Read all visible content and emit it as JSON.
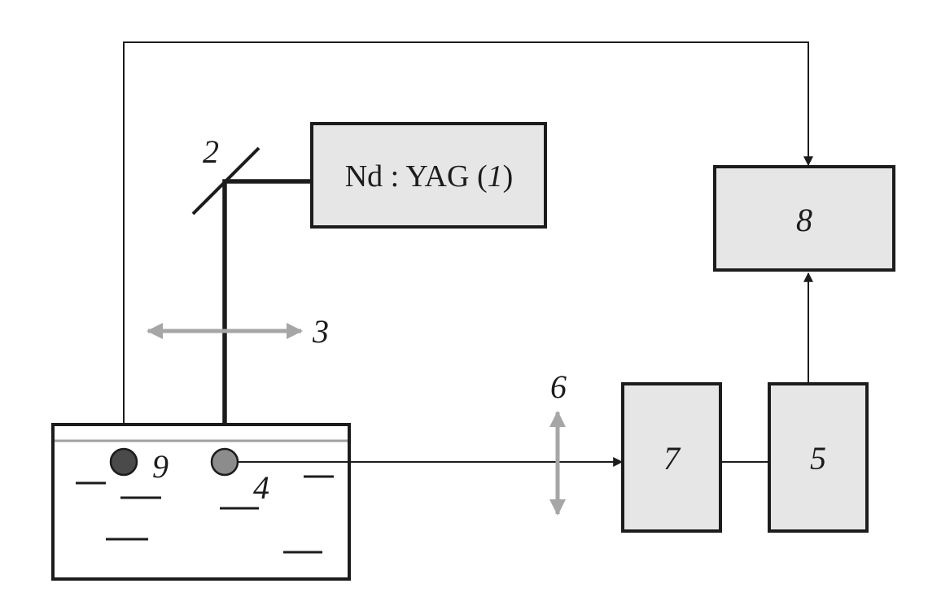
{
  "labels": {
    "laser_prefix": "Nd : YAG (",
    "laser_number": "1",
    "laser_suffix": ")",
    "mirror": "2",
    "lens_3": "3",
    "cell_electrode_4": "4",
    "receiver_5": "5",
    "lens_6": "6",
    "block_7": "7",
    "block_8": "8",
    "electrode_9": "9"
  },
  "colors": {
    "line": "#1c1c1c",
    "box_fill": "#e6e6e6",
    "lens": "#a6a6a6",
    "electrode_dark": "#4a4a4a",
    "electrode_light": "#8c8c8c",
    "liquid_surface": "#a0a0a0"
  }
}
